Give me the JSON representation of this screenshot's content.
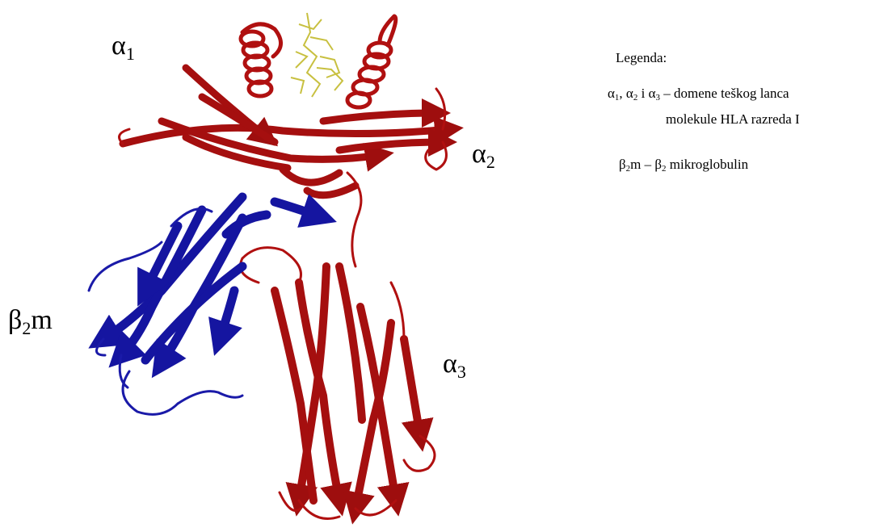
{
  "labels": {
    "alpha1": {
      "base": "α",
      "sub": "1"
    },
    "alpha2": {
      "base": "α",
      "sub": "2"
    },
    "alpha3": {
      "base": "α",
      "sub": "3"
    },
    "beta2m": {
      "base": "β",
      "sub": "2",
      "suffix": "m"
    }
  },
  "legend": {
    "title": "Legenda:",
    "line1": {
      "a": "α",
      "a_sub": "1",
      "sep1": ", ",
      "b": "α",
      "b_sub": "2",
      "sep2": " i ",
      "c": "α",
      "c_sub": "3",
      "rest": " – domene teškog lanca"
    },
    "line2": "molekule HLA razreda I",
    "line3": {
      "b": "β",
      "b_sub": "2",
      "m": "m – ",
      "b2": "β",
      "b2_sub": "2",
      "rest": " mikroglobulin"
    }
  },
  "colors": {
    "heavy_chain": "#b01010",
    "beta2m": "#1a1aa8",
    "peptide": "#c8c040"
  }
}
